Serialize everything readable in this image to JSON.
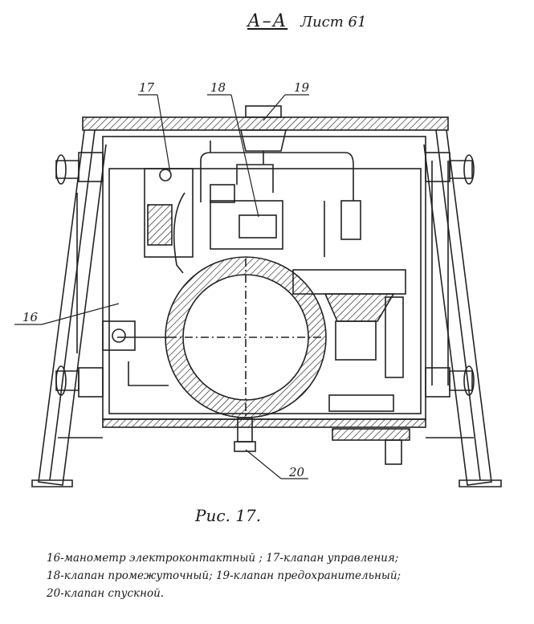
{
  "header": {
    "section": "А–А",
    "sheet": "Лист 61"
  },
  "callouts": [
    {
      "id": "16",
      "label": "16"
    },
    {
      "id": "17",
      "label": "17"
    },
    {
      "id": "18",
      "label": "18"
    },
    {
      "id": "19",
      "label": "19"
    },
    {
      "id": "20",
      "label": "20"
    }
  ],
  "caption": "Рис. 17.",
  "legend": [
    "16-манометр электроконтактный ; 17-клапан управления;",
    "18-клапан промежуточный; 19-клапан предохранительный;",
    "20-клапан спускной."
  ]
}
